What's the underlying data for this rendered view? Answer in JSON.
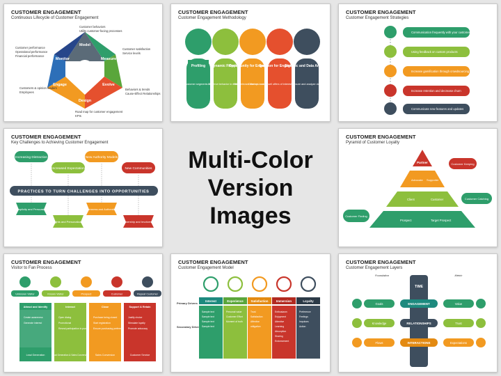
{
  "heading": {
    "line1": "Multi-Color",
    "line2": "Version Images"
  },
  "palette": {
    "green": "#2e9e6b",
    "grey": "#5b6b78",
    "orange": "#f29a21",
    "red": "#c9352b",
    "navy": "#1f3b57",
    "teal": "#1d8a7e"
  },
  "slides": [
    {
      "title": "CUSTOMER ENGAGEMENT",
      "subtitle": "Continuous Lifecycle of Customer Engagement",
      "segments": [
        "Model",
        "Measure",
        "Evolve",
        "Design",
        "Engage",
        "Monitor"
      ],
      "notes": [
        "Customer behaviors",
        "Utility customer-facing processes",
        "Customer satisfaction",
        "Service levels",
        "Behaviors & trends",
        "Cause-Effect Relationships",
        "Road map for customer engagement",
        "KPIs",
        "Customers & opinion leaders",
        "Employees",
        "Customer performance",
        "Operational performance",
        "Financial performance"
      ]
    },
    {
      "title": "CUSTOMER ENGAGEMENT",
      "subtitle": "Customer Engagement Methodology",
      "steps": [
        {
          "label": "Profiling",
          "desc": "Identify customer segments in real time"
        },
        {
          "label": "Dynamic Filtering",
          "desc": "Observe behavior in real time"
        },
        {
          "label": "Opportunity for Engagement",
          "desc": "Offer relevant content and advice"
        },
        {
          "label": "Solution for Engagement",
          "desc": "Offer up- / cross-sell offers of interest or special offers"
        },
        {
          "label": "Statistic and Data Analysis",
          "desc": "Secure and analyze data"
        }
      ]
    },
    {
      "title": "CUSTOMER ENGAGEMENT",
      "subtitle": "Customer Engagement Strategies",
      "items": [
        "Communication frequently with your customer",
        "Using feedback on custom products",
        "Increase gamification through crowdsourcing",
        "Increase retention and decrease churn",
        "Communicate new features and updates"
      ]
    },
    {
      "title": "CUSTOMER ENGAGEMENT",
      "subtitle": "Key Challenges to Achieving Customer Engagement",
      "top": [
        "Increasing Distraction",
        "Increased Expectation",
        "New Authority Models",
        "New Communities"
      ],
      "banner": "PRACTICES TO TURN CHALLENGES INTO OPPORTUNITIES",
      "bottom": [
        "Simplicity and Persuasion",
        "Insights and Personalization",
        "Openness and Authenticity",
        "Partnership and Involvement"
      ]
    },
    {
      "title": "CUSTOMER ENGAGEMENT",
      "subtitle": "Pyramid of Customer Loyalty",
      "apex": "Partner",
      "levels": [
        [
          "Advocate",
          "Supporter"
        ],
        [
          "Client",
          "Customer"
        ],
        [
          "Prospect",
          "Target Prospect"
        ]
      ],
      "callouts": [
        "Customer Keeping",
        "Customer Catching",
        "Customer Finding"
      ]
    },
    {
      "title": "CUSTOMER ENGAGEMENT",
      "subtitle": "Visitor to Fan Process",
      "stages": [
        "Unknown Visitor",
        "Known Visitor",
        "Prospect",
        "Customer",
        "Repeat Customer"
      ],
      "columns": [
        {
          "head": "Attract and Identify",
          "bullets": [
            "Create awareness",
            "Generate interest"
          ],
          "foot": "Lead Generation"
        },
        {
          "head": "Interact",
          "bullets": [
            "Open dialog",
            "Promotional",
            "Reveal participation in purchasing"
          ],
          "foot": "Lead Generation & Sales Conversion"
        },
        {
          "head": "Close",
          "bullets": [
            "Purchase being closed",
            "Start registration",
            "Ensure purchasing preferences are noted"
          ],
          "foot": "Sales Conversion"
        },
        {
          "head": "Support & Retain",
          "bullets": [
            "Justify choice",
            "Stimulate loyalty",
            "Promote advocacy"
          ],
          "foot": "Customer Service"
        }
      ]
    },
    {
      "title": "CUSTOMER ENGAGEMENT",
      "subtitle": "Customer Engagement Model",
      "left_labels": [
        "Primary Drivers",
        "Secondary Drivers"
      ],
      "columns": [
        {
          "head": "Interest",
          "items": [
            "Sample text",
            "Sample text",
            "Sample text",
            "Sample text"
          ]
        },
        {
          "head": "Experience",
          "items": [
            "Personal value",
            "Customer Effort",
            "Moment of truth"
          ]
        },
        {
          "head": "Satisfaction",
          "items": [
            "Trust",
            "Satisfaction",
            "Affective",
            "obligation"
          ]
        },
        {
          "head": "Immersion",
          "items": [
            "Enthusiasm",
            "Enjoyment",
            "Attentive",
            "Learning",
            "Absorption",
            "Sharing",
            "Endorsement"
          ]
        },
        {
          "head": "Loyalty",
          "items": [
            "Preference",
            "Feelings",
            "Impulses",
            "Action"
          ]
        }
      ]
    },
    {
      "title": "CUSTOMER ENGAGEMENT",
      "subtitle": "Customer Engagement Layers",
      "col_left": "Foundation",
      "col_right": "Metric",
      "pillar": "TIME",
      "layers": [
        {
          "center": "ENGAGEMENT",
          "left": "Goals",
          "right": "Value"
        },
        {
          "center": "RELATIONSHIPS",
          "left": "Knowledge",
          "right": "Trust"
        },
        {
          "center": "INTERACTIONS",
          "left": "Flows",
          "right": "Expectations"
        }
      ]
    }
  ]
}
